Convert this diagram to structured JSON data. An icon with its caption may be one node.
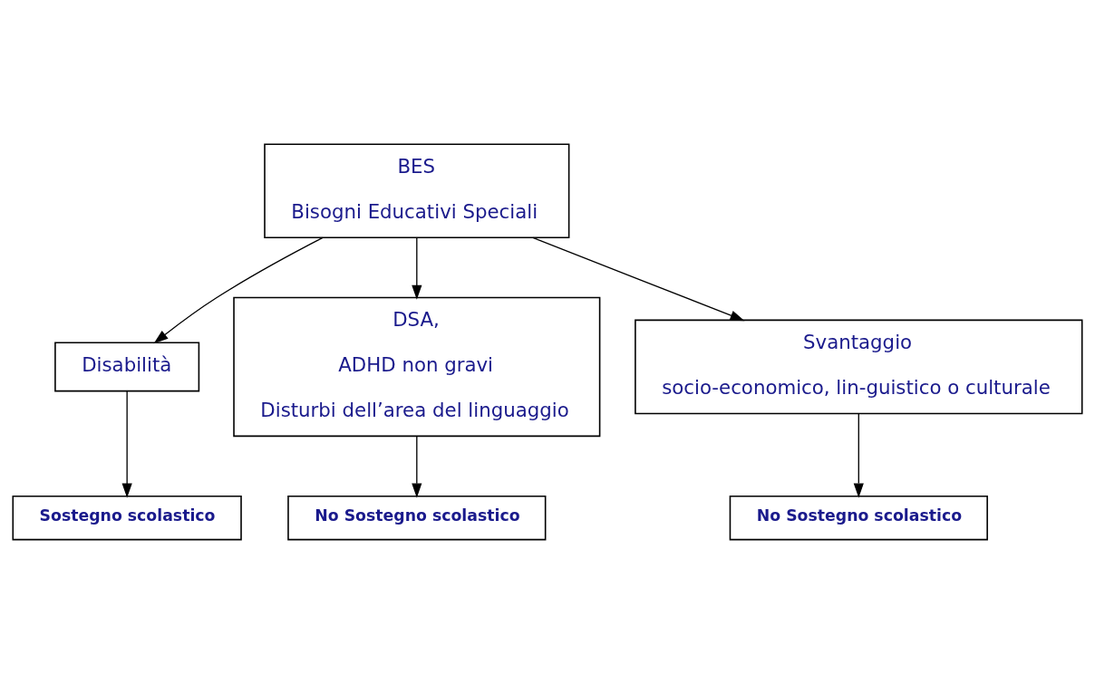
{
  "diagram": {
    "nodes": [
      {
        "text": [
          "BES",
          "Bisogni Educativi Speciali"
        ]
      },
      {
        "text": [
          "Disabilità"
        ]
      },
      {
        "text": [
          "DSA,",
          "ADHD non gravi",
          "Disturbi dell’area del linguaggio"
        ]
      },
      {
        "text": [
          "Svantaggio",
          "socio-economico, lin-guistico o culturale"
        ]
      },
      {
        "text": [
          "Sostegno scolastico"
        ]
      },
      {
        "text": [
          "No Sostegno scolastico"
        ]
      },
      {
        "text": [
          "No Sostegno scolastico"
        ]
      }
    ],
    "edges": [
      {
        "from": 0,
        "to": 1,
        "arrow": "to"
      },
      {
        "from": 0,
        "to": 2,
        "arrow": "to"
      },
      {
        "from": 0,
        "to": 3,
        "arrow": "to"
      },
      {
        "from": 1,
        "to": 4,
        "arrow": "to"
      },
      {
        "from": 2,
        "to": 5,
        "arrow": "to"
      },
      {
        "from": 3,
        "to": 6,
        "arrow": "to"
      }
    ]
  }
}
